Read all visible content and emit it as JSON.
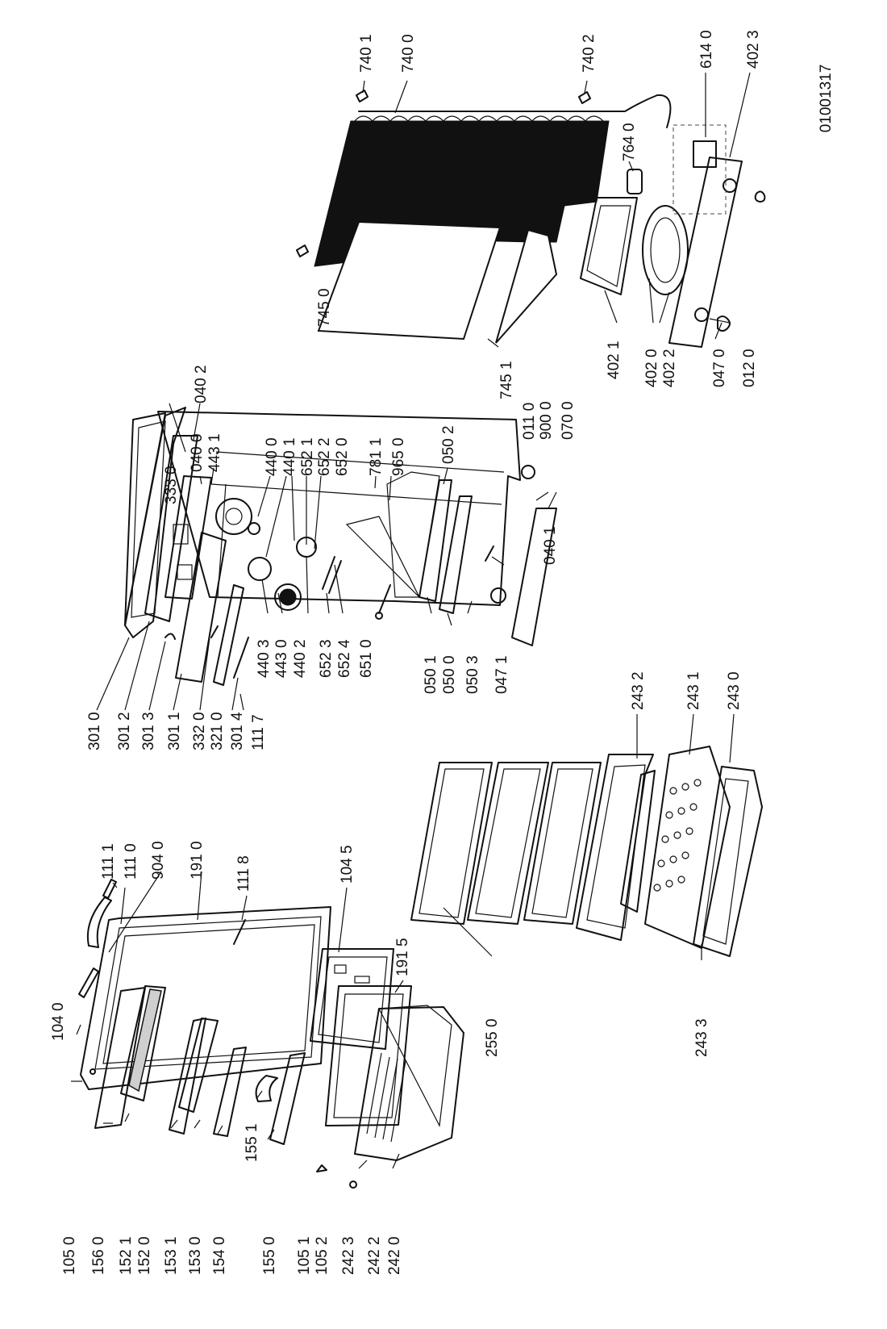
{
  "drawing_id": "01001317",
  "parts": [
    {
      "id": "door_105_0",
      "label": "105 0"
    },
    {
      "id": "door_156_0",
      "label": "156 0"
    },
    {
      "id": "door_152_1",
      "label": "152 1"
    },
    {
      "id": "door_152_0",
      "label": "152 0"
    },
    {
      "id": "door_153_1",
      "label": "153 1"
    },
    {
      "id": "door_153_0",
      "label": "153 0"
    },
    {
      "id": "door_154_0",
      "label": "154 0"
    },
    {
      "id": "door_155_0",
      "label": "155 0"
    },
    {
      "id": "door_105_1",
      "label": "105 1"
    },
    {
      "id": "door_105_2",
      "label": "105 2"
    },
    {
      "id": "door_242_3",
      "label": "242 3"
    },
    {
      "id": "door_242_2",
      "label": "242 2"
    },
    {
      "id": "door_242_0",
      "label": "242 0"
    },
    {
      "id": "door_155_1",
      "label": "155 1"
    },
    {
      "id": "door_104_0",
      "label": "104 0"
    },
    {
      "id": "door_111_1",
      "label": "111 1"
    },
    {
      "id": "door_111_0",
      "label": "111 0"
    },
    {
      "id": "door_904_0",
      "label": "904 0"
    },
    {
      "id": "door_191_0",
      "label": "191 0"
    },
    {
      "id": "door_111_8",
      "label": "111 8"
    },
    {
      "id": "door_104_5",
      "label": "104 5"
    },
    {
      "id": "door_191_5",
      "label": "191 5"
    },
    {
      "id": "shelf_255_0",
      "label": "255 0"
    },
    {
      "id": "shelf_243_2",
      "label": "243 2"
    },
    {
      "id": "shelf_243_1",
      "label": "243 1"
    },
    {
      "id": "shelf_243_0",
      "label": "243 0"
    },
    {
      "id": "shelf_243_3",
      "label": "243 3"
    },
    {
      "id": "cab_301_0",
      "label": "301 0"
    },
    {
      "id": "cab_301_2",
      "label": "301 2"
    },
    {
      "id": "cab_301_3",
      "label": "301 3"
    },
    {
      "id": "cab_301_1",
      "label": "301 1"
    },
    {
      "id": "cab_332_0",
      "label": "332 0"
    },
    {
      "id": "cab_321_0",
      "label": "321 0"
    },
    {
      "id": "cab_301_4",
      "label": "301 4"
    },
    {
      "id": "cab_111_7",
      "label": "111 7"
    },
    {
      "id": "cab_440_3",
      "label": "440 3"
    },
    {
      "id": "cab_443_0",
      "label": "443 0"
    },
    {
      "id": "cab_440_2",
      "label": "440 2"
    },
    {
      "id": "cab_652_3",
      "label": "652 3"
    },
    {
      "id": "cab_652_4",
      "label": "652 4"
    },
    {
      "id": "cab_651_0",
      "label": "651 0"
    },
    {
      "id": "cab_050_1",
      "label": "050 1"
    },
    {
      "id": "cab_050_0",
      "label": "050 0"
    },
    {
      "id": "cab_050_3",
      "label": "050 3"
    },
    {
      "id": "cab_047_1",
      "label": "047 1"
    },
    {
      "id": "cab_040_1",
      "label": "040 1"
    },
    {
      "id": "cab_333_0",
      "label": "333 0"
    },
    {
      "id": "cab_040_2",
      "label": "040 2"
    },
    {
      "id": "cab_040_0",
      "label": "040 0"
    },
    {
      "id": "cab_443_1",
      "label": "443 1"
    },
    {
      "id": "cab_440_0",
      "label": "440 0"
    },
    {
      "id": "cab_440_1",
      "label": "440 1"
    },
    {
      "id": "cab_652_1",
      "label": "652 1"
    },
    {
      "id": "cab_652_2",
      "label": "652 2"
    },
    {
      "id": "cab_652_0",
      "label": "652 0"
    },
    {
      "id": "cab_781_1",
      "label": "781 1"
    },
    {
      "id": "cab_965_0",
      "label": "965 0"
    },
    {
      "id": "cab_050_2",
      "label": "050 2"
    },
    {
      "id": "cab_011_0",
      "label": "011 0"
    },
    {
      "id": "cab_900_0",
      "label": "900 0"
    },
    {
      "id": "cab_070_0",
      "label": "070 0"
    },
    {
      "id": "cond_745_0",
      "label": "745 0"
    },
    {
      "id": "cond_745_1",
      "label": "745 1"
    },
    {
      "id": "cond_402_1",
      "label": "402 1"
    },
    {
      "id": "cond_402_0",
      "label": "402 0"
    },
    {
      "id": "cond_402_2",
      "label": "402 2"
    },
    {
      "id": "cond_047_0",
      "label": "047 0"
    },
    {
      "id": "cond_012_0",
      "label": "012 0"
    },
    {
      "id": "cond_740_1",
      "label": "740 1"
    },
    {
      "id": "cond_740_0",
      "label": "740 0"
    },
    {
      "id": "cond_740_2",
      "label": "740 2"
    },
    {
      "id": "cond_764_0",
      "label": "764 0"
    },
    {
      "id": "cond_614_0",
      "label": "614 0"
    },
    {
      "id": "cond_402_3",
      "label": "402 3"
    }
  ]
}
